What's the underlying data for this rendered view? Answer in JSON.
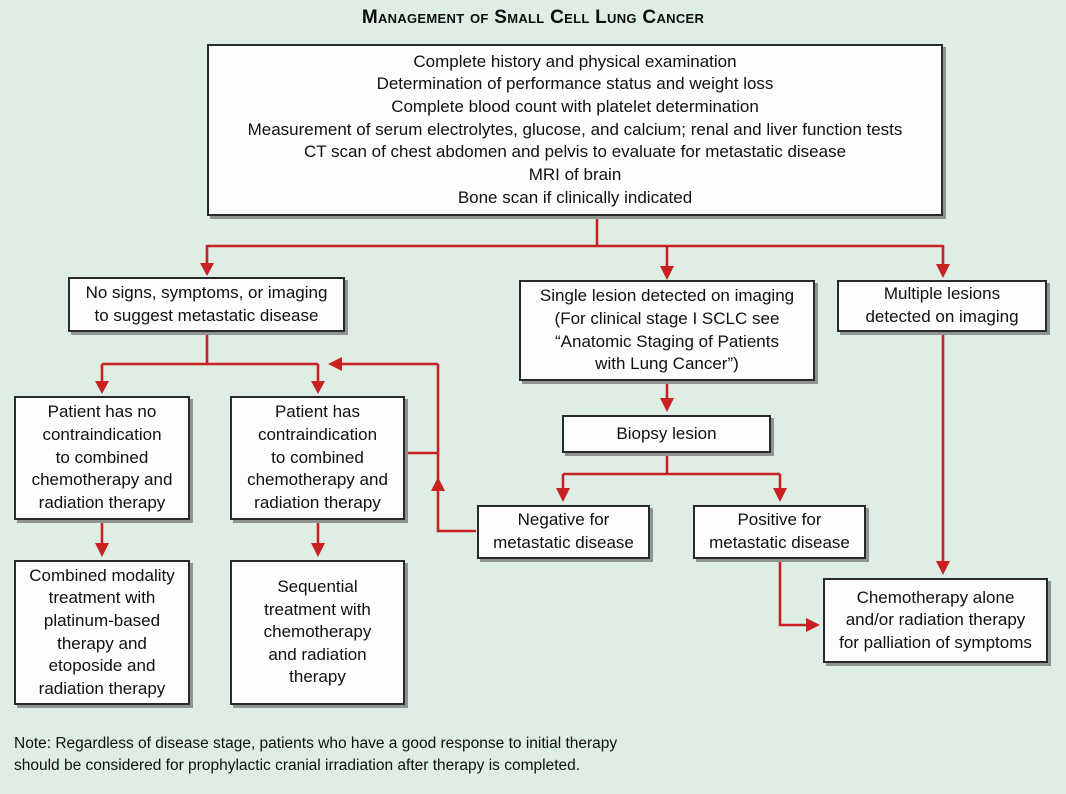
{
  "title": "Management of Small Cell Lung Cancer",
  "colors": {
    "background": "#deeee5",
    "box_fill": "#fdfdfd",
    "box_border": "#2a2a2a",
    "box_shadow": "#8f9392",
    "arrow_red": "#c92121",
    "text": "#101010"
  },
  "boxes": {
    "workup": {
      "label": "Complete history and physical examination\nDetermination of performance status and weight loss\nComplete blood count with platelet determination\nMeasurement of serum electrolytes, glucose, and calcium; renal and liver function tests\nCT scan of chest abdomen and pelvis to evaluate for metastatic disease\nMRI of brain\nBone scan if clinically indicated"
    },
    "no_signs": {
      "label": "No signs, symptoms, or imaging\nto suggest metastatic disease"
    },
    "single_lesion": {
      "label": "Single lesion detected on imaging\n(For clinical stage I SCLC see\n“Anatomic Staging of Patients\nwith Lung Cancer”)"
    },
    "multiple_lesions": {
      "label": "Multiple lesions\ndetected on imaging"
    },
    "no_contraindication": {
      "label": "Patient has no\ncontraindication\nto combined\nchemotherapy and\nradiation therapy"
    },
    "contraindication": {
      "label": "Patient has\ncontraindication\nto combined\nchemotherapy and\nradiation therapy"
    },
    "combined_modality": {
      "label": "Combined modality\ntreatment with\nplatinum-based\ntherapy and\netoposide and\nradiation therapy"
    },
    "sequential": {
      "label": "Sequential\ntreatment with\nchemotherapy\nand radiation\ntherapy"
    },
    "biopsy": {
      "label": "Biopsy lesion"
    },
    "negative": {
      "label": "Negative for\nmetastatic disease"
    },
    "positive": {
      "label": "Positive for\nmetastatic disease"
    },
    "palliation": {
      "label": "Chemotherapy alone\nand/or radiation therapy\nfor palliation of symptoms"
    }
  },
  "note": "Note: Regardless of disease stage, patients who have a good response to initial therapy\nshould be considered for prophylactic cranial irradiation after therapy is completed.",
  "edges": [
    {
      "from": "workup",
      "to": "no_signs"
    },
    {
      "from": "workup",
      "to": "single_lesion"
    },
    {
      "from": "workup",
      "to": "multiple_lesions"
    },
    {
      "from": "no_signs",
      "to": "no_contraindication"
    },
    {
      "from": "no_signs",
      "to": "contraindication"
    },
    {
      "from": "no_contraindication",
      "to": "combined_modality"
    },
    {
      "from": "contraindication",
      "to": "sequential"
    },
    {
      "from": "single_lesion",
      "to": "biopsy"
    },
    {
      "from": "biopsy",
      "to": "negative"
    },
    {
      "from": "biopsy",
      "to": "positive"
    },
    {
      "from": "negative",
      "to": "no_signs_branch_loop_back"
    },
    {
      "from": "positive",
      "to": "palliation"
    },
    {
      "from": "multiple_lesions",
      "to": "palliation"
    }
  ]
}
